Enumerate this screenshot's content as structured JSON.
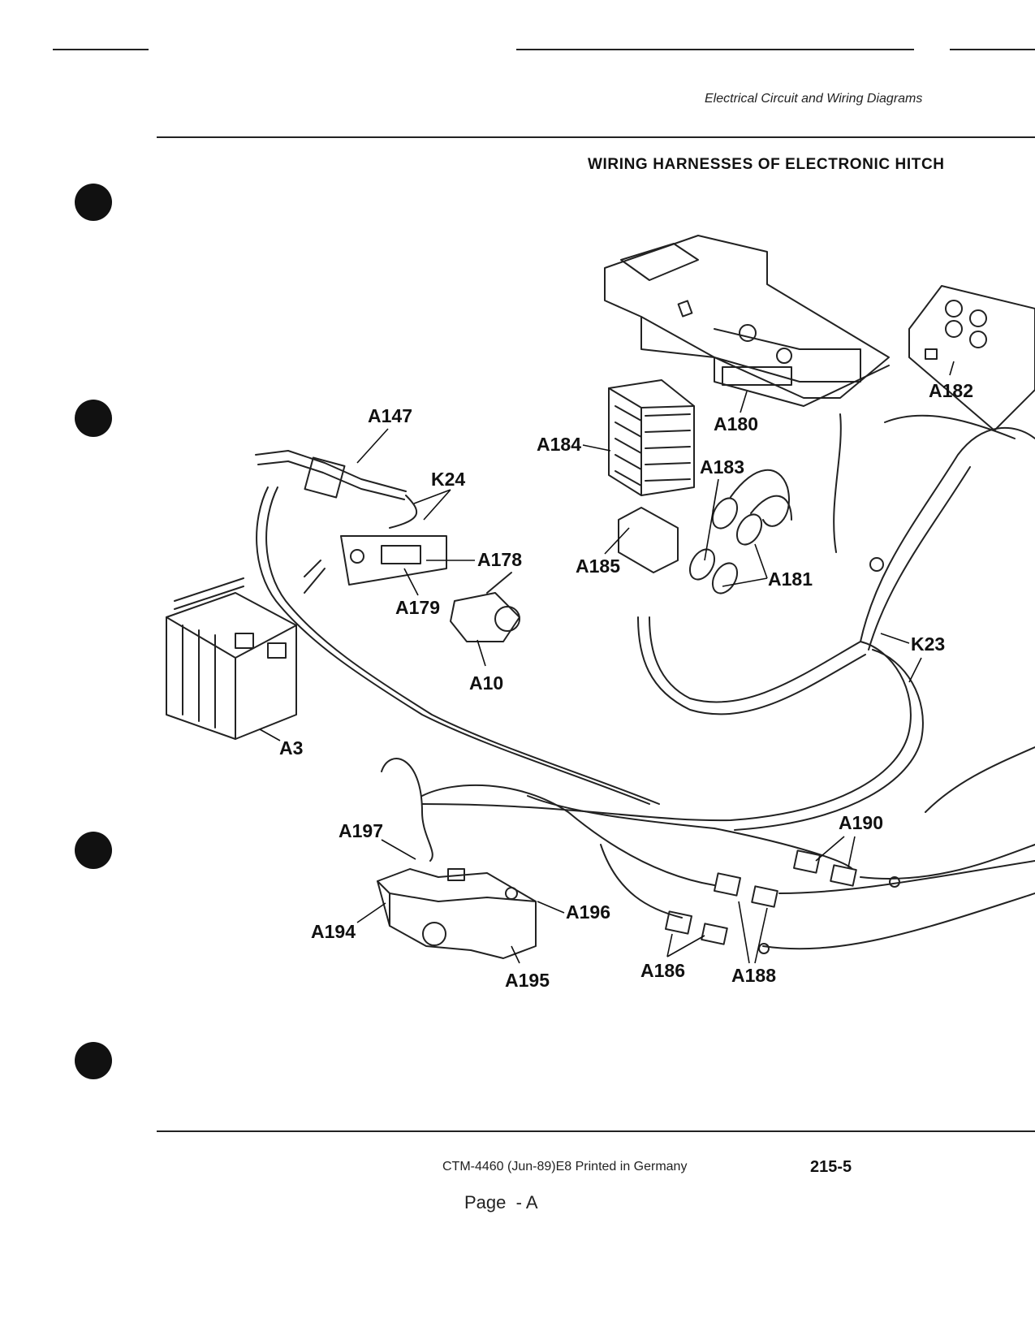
{
  "header": {
    "section_title": "Electrical Circuit and Wiring Diagrams",
    "page_title": "WIRING HARNESSES OF ELECTRONIC HITCH"
  },
  "diagram": {
    "callouts": [
      "A147",
      "K24",
      "A178",
      "A179",
      "A10",
      "A3",
      "A184",
      "A183",
      "A180",
      "A182",
      "A185",
      "A181",
      "K23",
      "A197",
      "A194",
      "A196",
      "A195",
      "A190",
      "A186",
      "A188"
    ]
  },
  "footer": {
    "doc_ref": "CTM-4460 (Jun-89)E8 Printed in Germany",
    "page_number": "215-5",
    "page_note": "Page  - A"
  }
}
